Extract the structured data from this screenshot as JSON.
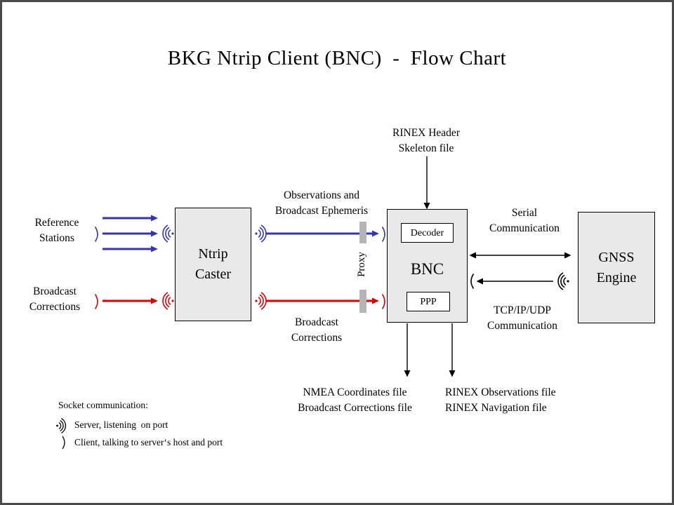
{
  "title": "BKG Ntrip Client (BNC)  -  Flow Chart",
  "colors": {
    "blue": "#3333bb",
    "red": "#dd0000",
    "box_fill": "#e9e9e9",
    "proxy_bar": "#b5b5b5",
    "frame": "#4a4a4a"
  },
  "nodes": {
    "ntrip_caster": "Ntrip\nCaster",
    "bnc": "BNC",
    "decoder": "Decoder",
    "ppp": "PPP",
    "gnss_engine": "GNSS\nEngine"
  },
  "inputs": {
    "reference_stations": "Reference\nStations",
    "broadcast_corrections": "Broadcast\nCorrections"
  },
  "labels": {
    "obs_ephemeris": "Observations and\nBroadcast Ephemeris",
    "broadcast_corrections_link": "Broadcast\nCorrections",
    "rinex_header": "RINEX Header\nSkeleton file",
    "serial_comm": "Serial\nCommunication",
    "tcp_comm": "TCP/IP/UDP\nCommunication",
    "proxy": "Proxy",
    "nmea_files": "NMEA Coordinates file\nBroadcast Corrections file",
    "rinex_files": "RINEX Observations file\nRINEX Navigation file"
  },
  "legend": {
    "title": "Socket communication:",
    "server": "Server, listening  on port",
    "client": "Client, talking to server‘s host and port"
  }
}
